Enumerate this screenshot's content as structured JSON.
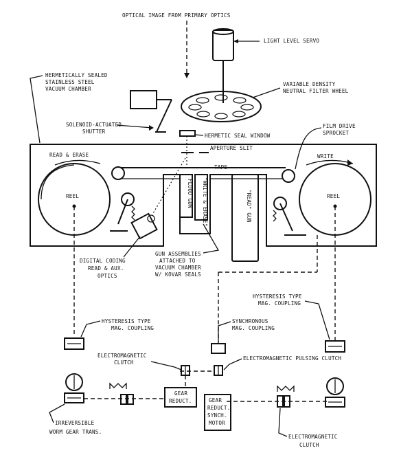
{
  "labels": {
    "optical_image": "OPTICAL IMAGE FROM PRIMARY OPTICS",
    "light_level_servo": "LIGHT LEVEL SERVO",
    "vacuum_chamber": [
      "HERMETICALLY SEALED",
      "STAINLESS STEEL",
      "VACUUM CHAMBER"
    ],
    "filter_wheel": [
      "VARIABLE DENSITY",
      "NEUTRAL FILTER WHEEL"
    ],
    "shutter": [
      "SOLENOID-ACTUATED",
      "SHUTTER"
    ],
    "seal_window": "HERMETIC SEAL WINDOW",
    "film_drive": [
      "FILM DRIVE",
      "SPROCKET"
    ],
    "aperture_slit": "APERTURE SLIT",
    "read_erase": "READ & ERASE",
    "write": "WRITE",
    "tape": "TAPE",
    "reel": "REEL",
    "flood_gun": "FLOOD GUN",
    "write_erase": "\"WRITE & ERASE\"",
    "read_gun": "\"READ\" GUN",
    "digital_coding": [
      "DIGITAL CODING",
      "READ & AUX.",
      "OPTICS"
    ],
    "gun_assemblies": [
      "GUN ASSEMBLIES",
      "ATTACHED TO",
      "VACUUM CHAMBER",
      "W/ KOVAR SEALS"
    ],
    "hyst_left": [
      "HYSTERESIS TYPE",
      "MAG. COUPLING"
    ],
    "hyst_right": [
      "HYSTERESIS TYPE",
      "MAG. COUPLING"
    ],
    "sync_coupling": [
      "SYNCHRONOUS",
      "MAG. COUPLING"
    ],
    "em_clutch_top": [
      "ELECTROMAGNETIC",
      "CLUTCH"
    ],
    "em_pulsing": "ELECTROMAGNETIC PULSING CLUTCH",
    "gear_reduct_left": [
      "GEAR",
      "REDUCT."
    ],
    "gear_reduct_motor": [
      "GEAR",
      "REDUCT.",
      "SYNCH.",
      "MOTOR"
    ],
    "worm_gear": [
      "IRREVERSIBLE",
      "WORM GEAR TRANS."
    ],
    "em_clutch_bottom": [
      "ELECTROMAGNETIC",
      "CLUTCH"
    ]
  }
}
